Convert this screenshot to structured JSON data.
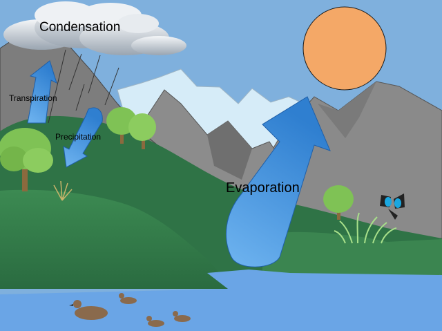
{
  "labels": {
    "condensation": "Condensation",
    "transpiration": "Transpiration",
    "precipitation": "Precipitation",
    "evaporation": "Evaporation"
  },
  "colors": {
    "sky": "#7fb0dd",
    "sun": "#f4a867",
    "sun_outline": "#1a1a1a",
    "water": "#6aa5e6",
    "grass_dark": "#2f7346",
    "grass_mid": "#3b8550",
    "mountain_gray": "#8a8a8a",
    "mountain_dark": "#6f6f6f",
    "snow": "#d6ecf8",
    "arrow_blue": "#3f8ddb",
    "cloud": "#dde3ea",
    "cloud_shade": "#aab4bf",
    "tree_leaf": "#7fc255",
    "duck": "#8a6a4c",
    "butterfly_wing": "#1aa7e0"
  },
  "icons": [
    "sun-icon",
    "cloud-icon",
    "tree-icon",
    "duck-icon",
    "butterfly-icon",
    "reed-icon"
  ]
}
